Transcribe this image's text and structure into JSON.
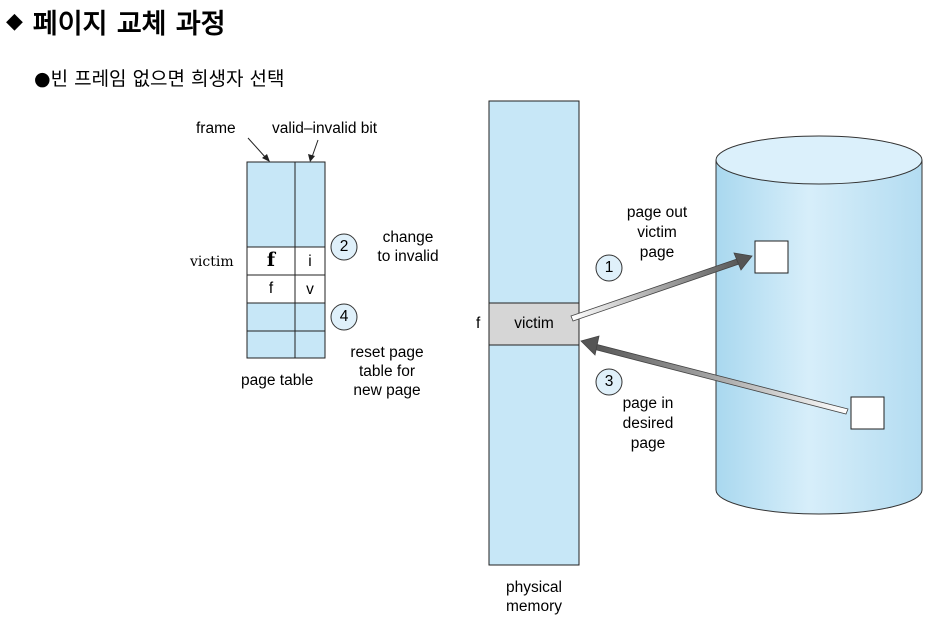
{
  "slide": {
    "bullet_symbol": "◆",
    "title": "페이지 교체 과정",
    "subtitle": "●빈 프레임 없으면 희생자 선택"
  },
  "page_table": {
    "frame_label": "frame",
    "valid_invalid_label": "valid–invalid bit",
    "victim_row_label": "victim",
    "victim_frame": "f",
    "victim_bit": "i",
    "new_frame": "f",
    "new_bit": "v",
    "caption": "page table"
  },
  "steps": {
    "step1_num": "1",
    "step1_line1": "page out",
    "step1_line2": "victim",
    "step1_line3": "page",
    "step2_num": "2",
    "step2_line1": "change",
    "step2_line2": "to invalid",
    "step3_num": "3",
    "step3_line1": "page in",
    "step3_line2": "desired",
    "step3_line3": "page",
    "step4_num": "4",
    "step4_line1": "reset page",
    "step4_line2": "table for",
    "step4_line3": "new page"
  },
  "memory": {
    "frame_marker": "f",
    "victim_label": "victim",
    "caption_line1": "physical",
    "caption_line2": "memory"
  },
  "colors": {
    "light_blue": "#c7e7f7",
    "victim_gray": "#d6d6d6"
  }
}
